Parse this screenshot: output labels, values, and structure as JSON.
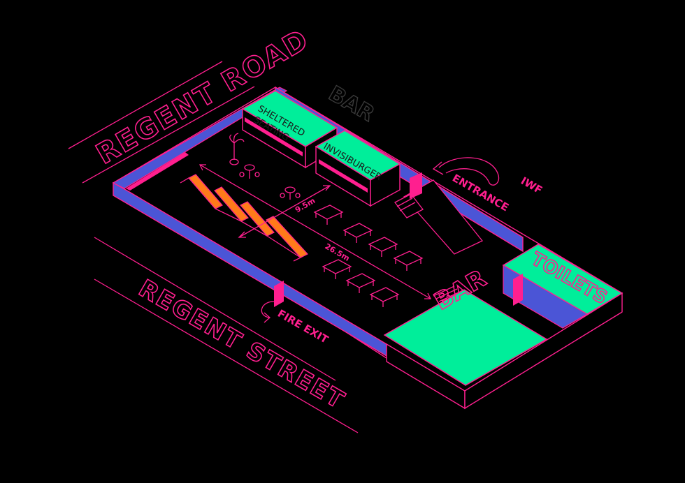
{
  "streets": {
    "top": "REGENT ROAD",
    "bottom": "REGENT STREET"
  },
  "labels": {
    "sheltered_line1": "SHELTERED",
    "sheltered_line2": "SEATING",
    "invisiburger": "INVISIBURGER",
    "bar_ghost": "BAR",
    "bar_main": "BAR",
    "toilets": "TOILETS",
    "entrance_line1": "IWF",
    "entrance_line2": "ENTRANCE",
    "fire_exit": "FIRE EXIT",
    "dim_width": "9.5m",
    "dim_length": "26.5m"
  },
  "colors": {
    "background": "#000000",
    "neon_pink": "#ff1f8f",
    "neon_green": "#00ee9a",
    "wall_blue": "#4b55d6",
    "orange": "#ff7a1a"
  }
}
